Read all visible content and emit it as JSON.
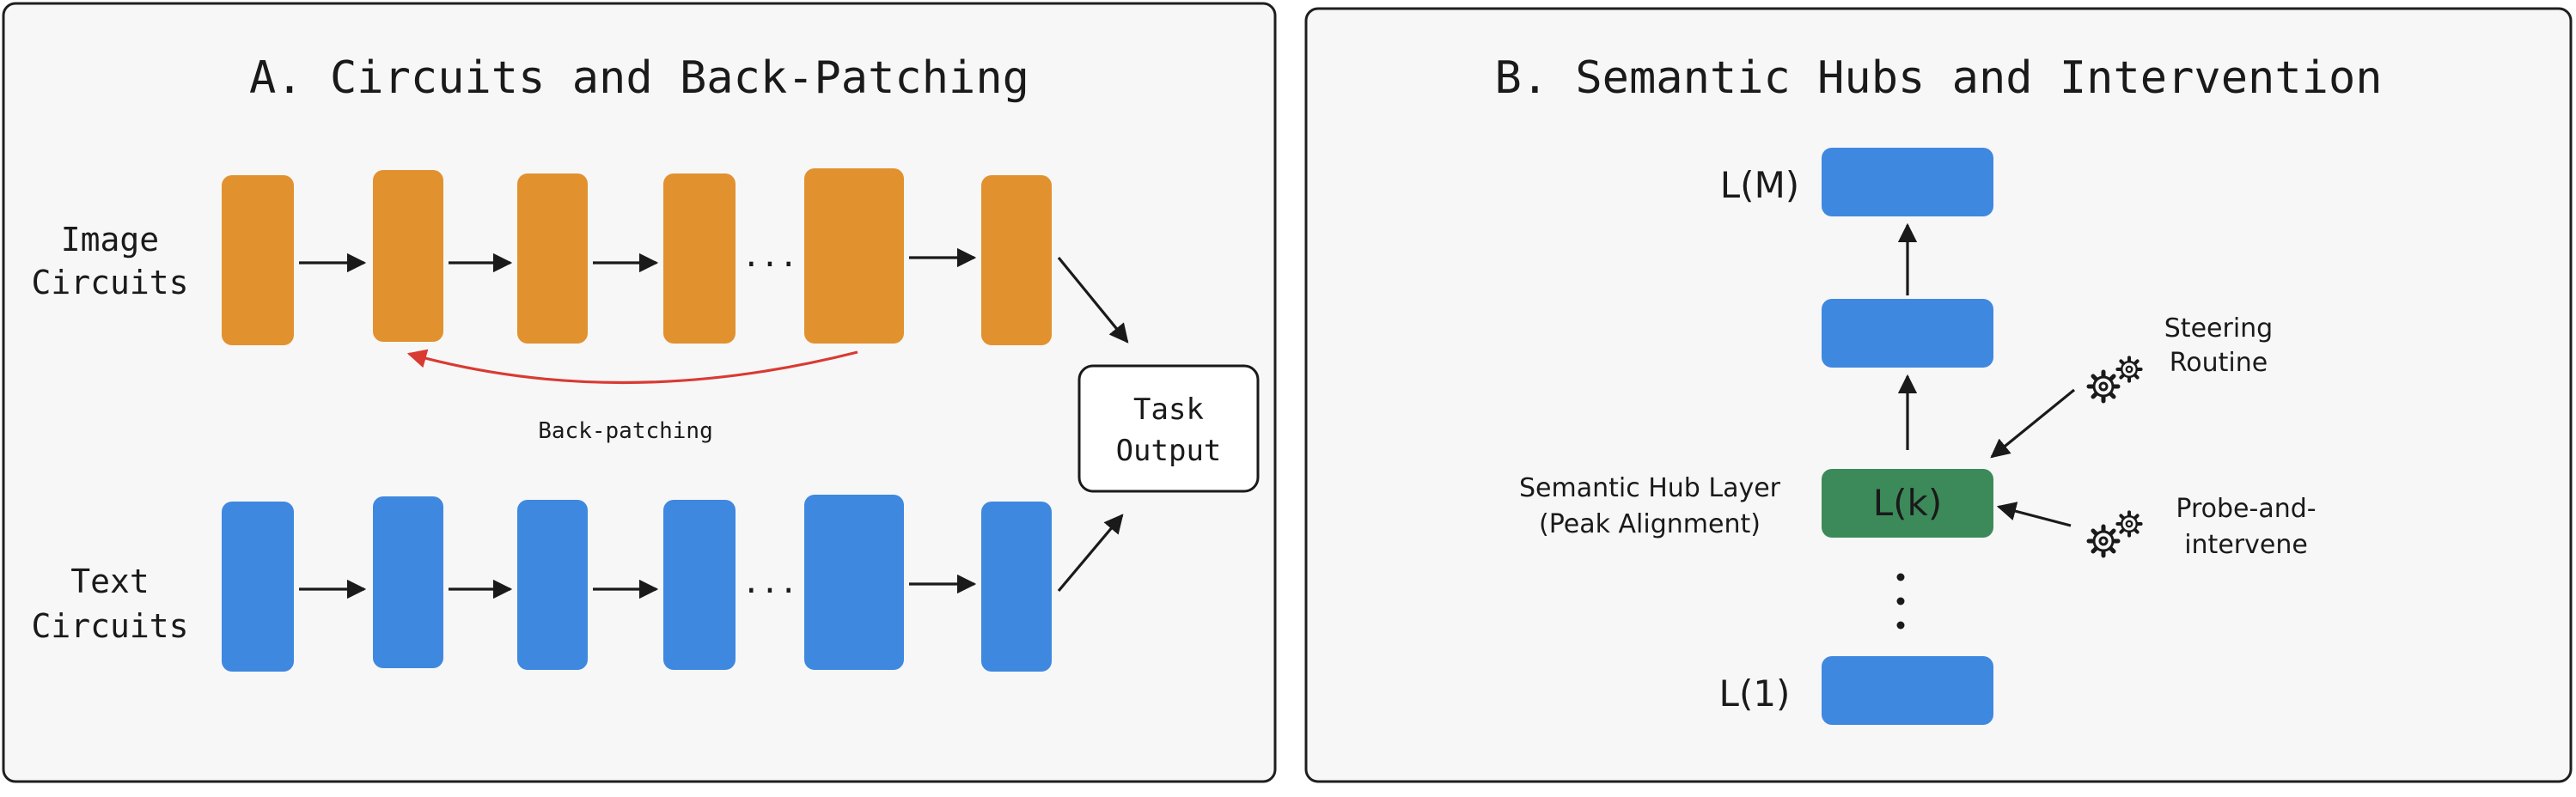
{
  "panel_a": {
    "title": "A. Circuits and Back-Patching",
    "image_label": [
      "Image",
      "Circuits"
    ],
    "text_label": [
      "Text",
      "Circuits"
    ],
    "ellipsis": "...",
    "back_patching_label": "Back-patching",
    "task_output": [
      "Task",
      "Output"
    ],
    "colors": {
      "image": "#e2912f",
      "text": "#3f88e0",
      "back_patch": "#d93a32"
    }
  },
  "panel_b": {
    "title": "B. Semantic Hubs and Intervention",
    "layer_top": "L(M)",
    "layer_hub": "L(k)",
    "layer_bottom": "L(1)",
    "hub_label": [
      "Semantic Hub Layer",
      "(Peak Alignment)"
    ],
    "steering": [
      "Steering",
      "Routine"
    ],
    "probe": [
      "Probe-and-",
      "intervene"
    ],
    "colors": {
      "layer": "#3f88e0",
      "hub": "#3c8a5a"
    }
  }
}
